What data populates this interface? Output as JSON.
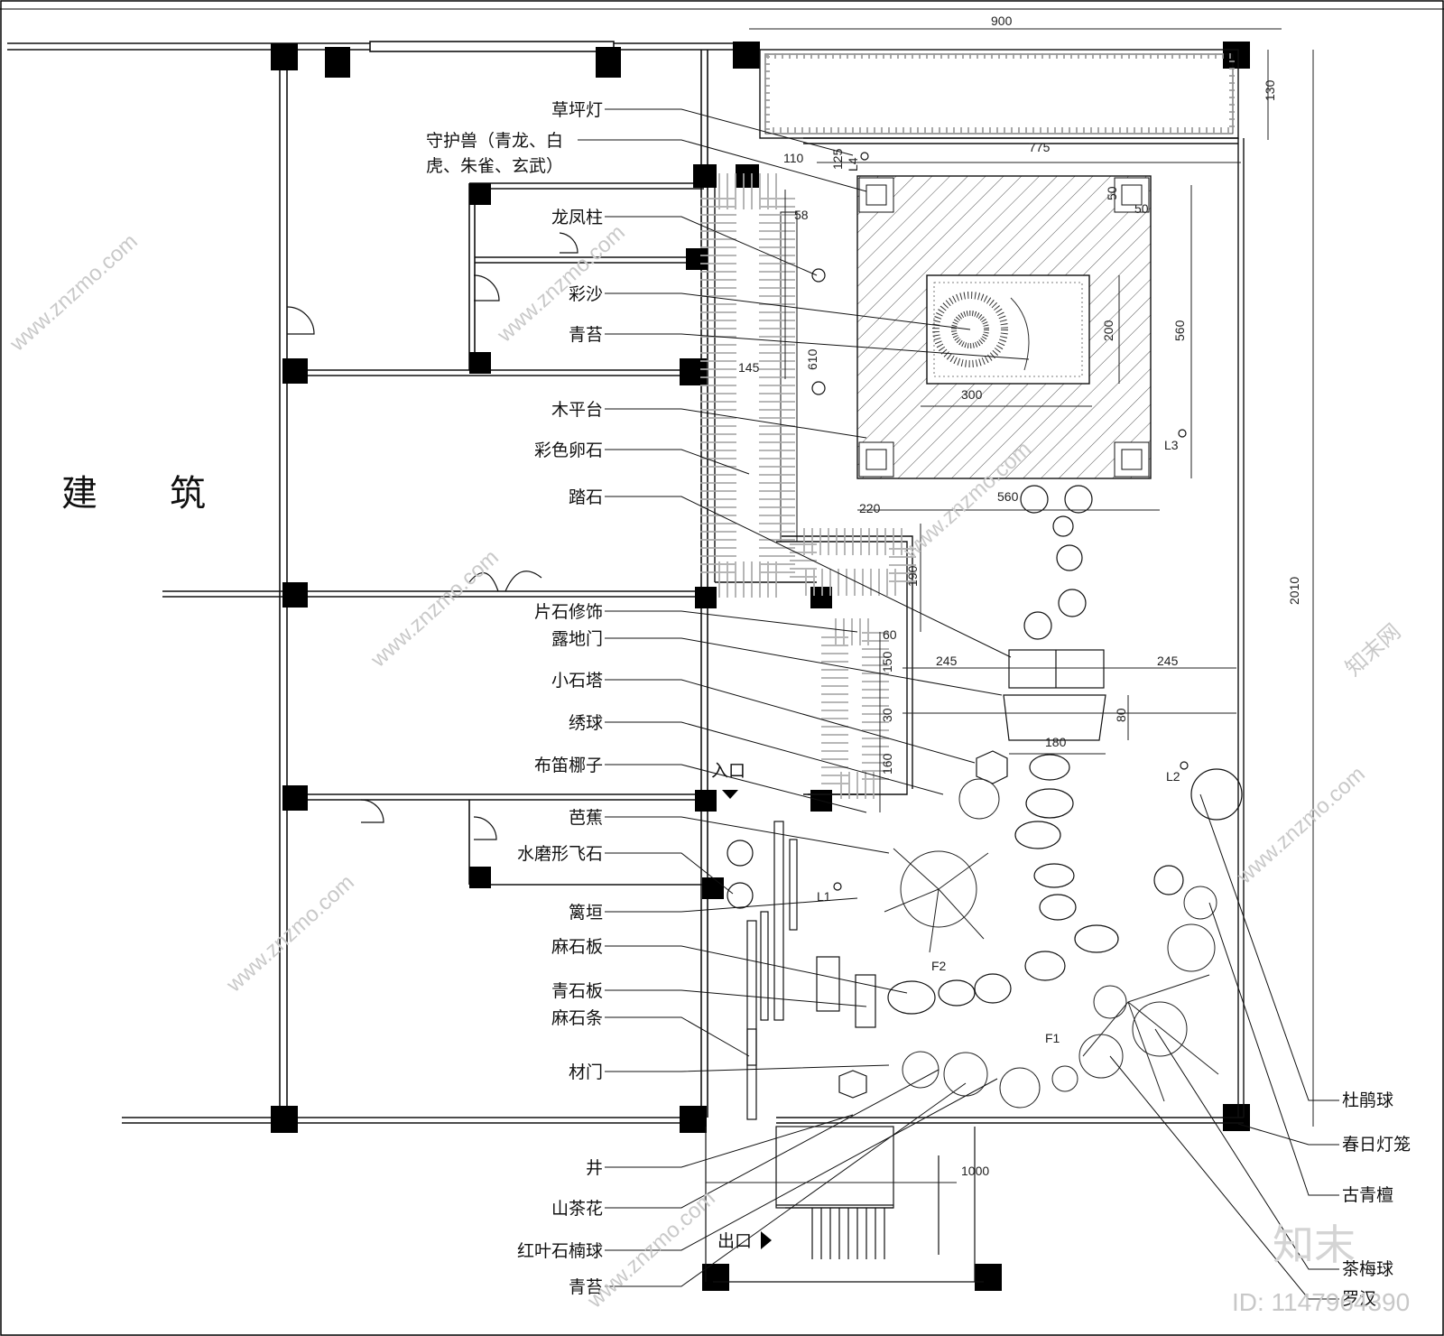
{
  "building_label": "建　　筑",
  "entrance_label": "入口",
  "exit_label": "出口",
  "left_labels": [
    {
      "text": "草坪灯"
    },
    {
      "text": "守护兽（青龙、白"
    },
    {
      "text": "虎、朱雀、玄武）"
    },
    {
      "text": "龙凤柱"
    },
    {
      "text": "彩沙"
    },
    {
      "text": "青苔"
    },
    {
      "text": "木平台"
    },
    {
      "text": "彩色卵石"
    },
    {
      "text": "踏石"
    },
    {
      "text": "片石修饰"
    },
    {
      "text": "露地门"
    },
    {
      "text": "小石塔"
    },
    {
      "text": "绣球"
    },
    {
      "text": "布笛梛子"
    },
    {
      "text": "芭蕉"
    },
    {
      "text": "水磨形飞石"
    },
    {
      "text": "篱垣"
    },
    {
      "text": "麻石板"
    },
    {
      "text": "青石板"
    },
    {
      "text": "麻石条"
    },
    {
      "text": "材门"
    },
    {
      "text": "井"
    },
    {
      "text": "山茶花"
    },
    {
      "text": "红叶石楠球"
    },
    {
      "text": "青苔"
    }
  ],
  "right_labels": [
    {
      "text": "杜鹃球"
    },
    {
      "text": "春日灯笼"
    },
    {
      "text": "古青檀"
    },
    {
      "text": "茶梅球"
    },
    {
      "text": "罗汉"
    }
  ],
  "dimensions": {
    "d900": "900",
    "d130": "130",
    "d775": "775",
    "d125": "125",
    "d110": "110",
    "d58": "58",
    "d50a": "50",
    "d50b": "50",
    "d200": "200",
    "d560v": "560",
    "d610": "610",
    "d300": "300",
    "d145": "145",
    "d220": "220",
    "d560h": "560",
    "d2010": "2010",
    "d190": "190",
    "d60": "60",
    "d245a": "245",
    "d245b": "245",
    "d150": "150",
    "d80": "80",
    "d30": "30",
    "d180": "180",
    "d160": "160",
    "d1000": "1000"
  },
  "markers": {
    "L1": "L1",
    "L2": "L2",
    "L3": "L3",
    "L4": "L4",
    "F1": "F1",
    "F2": "F2"
  },
  "watermarks": {
    "site": "www.znzmo.com",
    "brand": "知末网",
    "logo": "知末",
    "id": "ID: 1147964390"
  }
}
